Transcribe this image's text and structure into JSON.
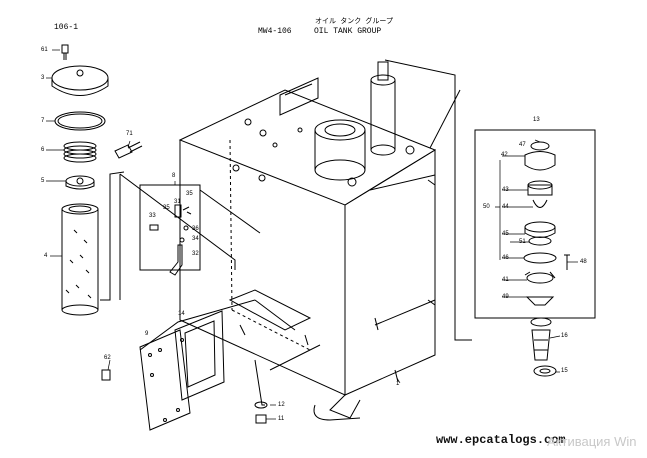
{
  "header": {
    "page_ref": "106-1",
    "model_code": "MW4-106",
    "title_jp": "オイル タンク グループ",
    "title_en": "OIL TANK GROUP"
  },
  "footer": {
    "website": "www.epcatalogs.com",
    "watermark": "Активация Win"
  },
  "callouts": [
    "61",
    "3",
    "7",
    "6",
    "5",
    "4",
    "71",
    "8",
    "35",
    "35",
    "33",
    "31",
    "36",
    "34",
    "32",
    "13",
    "47",
    "42",
    "43",
    "44",
    "50",
    "45",
    "51",
    "46",
    "48",
    "41",
    "49",
    "16",
    "15",
    "14",
    "9",
    "62",
    "12",
    "11",
    "1"
  ]
}
